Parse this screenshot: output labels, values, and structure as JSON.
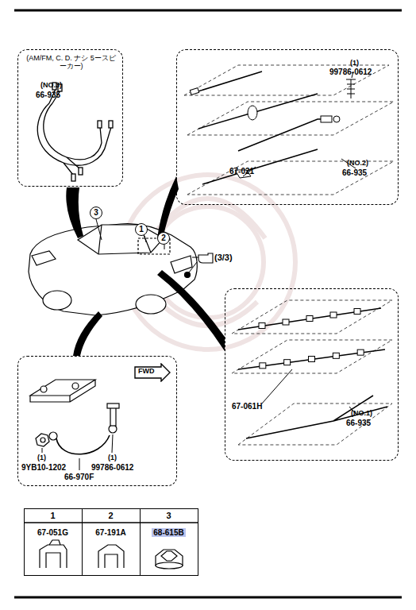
{
  "diagram": {
    "nodes": [
      {
        "text": [
          "(AM/FM, C. D. ナシ 5ースピーカー)",
          "(NO.3)",
          "66-935"
        ]
      },
      {
        "text": [
          "(1)",
          "99786-0612",
          "(NO.2)",
          "66-935",
          "67-021"
        ]
      },
      {
        "text": [
          "67-061H",
          "(NO.1)",
          "66-935"
        ]
      },
      {
        "text": [
          "(1)",
          "9YB10-1202",
          "(1)",
          "99786-0612",
          "66-970F"
        ]
      },
      {
        "text": [
          "FWD"
        ],
        "in": 3
      },
      {
        "text": [
          "1",
          "67-051G"
        ]
      },
      {
        "text": [
          "2",
          "67-191A"
        ]
      },
      {
        "text": [
          "3",
          "68-615B"
        ]
      }
    ],
    "labels": [
      "3",
      "1",
      "2",
      "(3/3)"
    ]
  }
}
